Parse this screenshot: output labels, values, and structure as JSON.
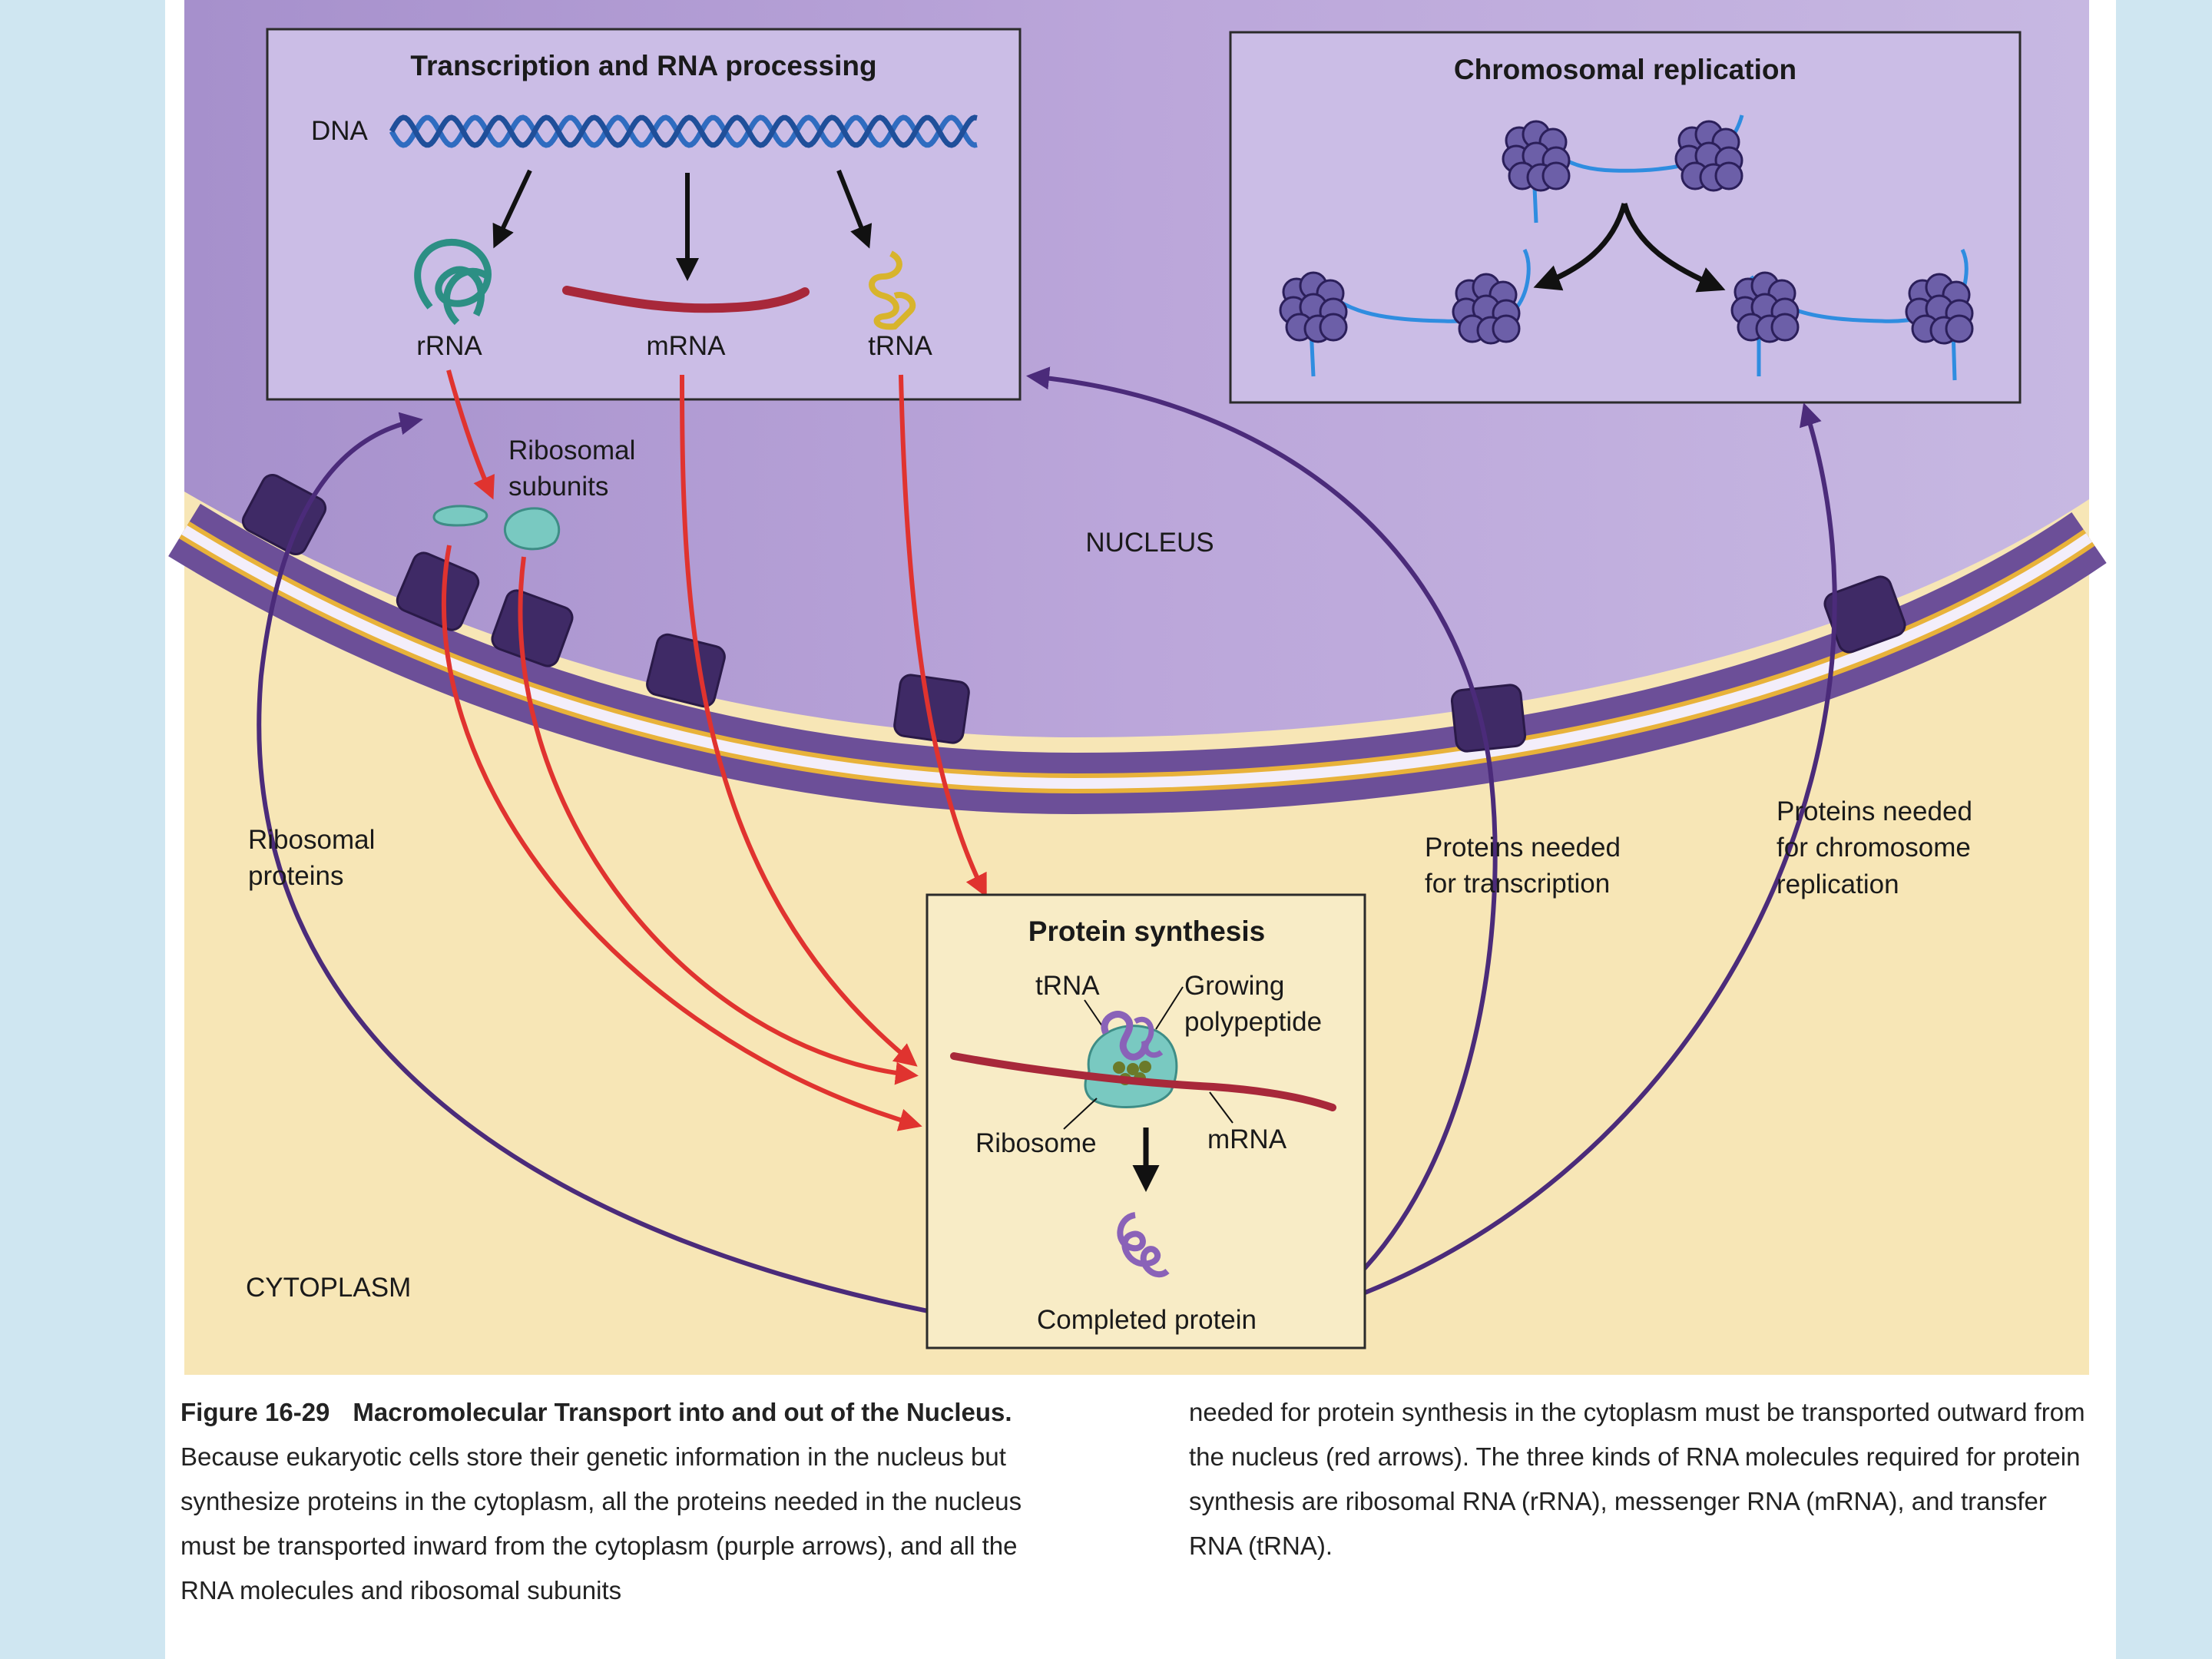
{
  "panels": {
    "transcription": "Transcription and RNA processing",
    "replication": "Chromosomal replication",
    "synthesis": "Protein synthesis"
  },
  "labels": {
    "dna": "DNA",
    "rrna": "rRNA",
    "mrna": "mRNA",
    "trna": "tRNA",
    "ribosomal_subunits_1": "Ribosomal",
    "ribosomal_subunits_2": "subunits",
    "nucleus": "NUCLEUS",
    "cytoplasm": "CYTOPLASM",
    "ribosomal_proteins_1": "Ribosomal",
    "ribosomal_proteins_2": "proteins",
    "prot_transcription_1": "Proteins needed",
    "prot_transcription_2": "for transcription",
    "prot_replication_1": "Proteins needed",
    "prot_replication_2": "for chromosome",
    "prot_replication_3": "replication",
    "ps_trna": "tRNA",
    "growing_1": "Growing",
    "growing_2": "polypeptide",
    "ribosome": "Ribosome",
    "ps_mrna": "mRNA",
    "completed": "Completed protein"
  },
  "caption": {
    "figure_number": "Figure 16-29",
    "figure_title": "Macromolecular Transport into and out of the Nucleus.",
    "left_text": "Because eukaryotic cells store their genetic information in the nucleus but synthesize proteins in the cytoplasm, all the proteins needed in the nucleus must be transported inward from the cytoplasm (purple arrows), and all the RNA molecules and ribosomal subunits",
    "right_text": "needed for protein synthesis in the cytoplasm must be transported outward from the nucleus (red arrows). The three kinds of RNA molecules required for protein synthesis are ribosomal RNA (rRNA), messenger RNA (mRNA), and transfer RNA (tRNA)."
  },
  "colors": {
    "nucleus": "#b9a4d6",
    "envelope": "#6c4f98",
    "cytoplasm": "#f7e6b6",
    "red_arrow": "#e0332f",
    "purple_arrow": "#4b2b7a",
    "dna": "#2f6cc0",
    "mrna": "#a8283a",
    "rrna": "#3aa89a",
    "trna": "#e3c83c",
    "ribosome": "#79c9c1",
    "chromosome": "#6c5fa8"
  }
}
